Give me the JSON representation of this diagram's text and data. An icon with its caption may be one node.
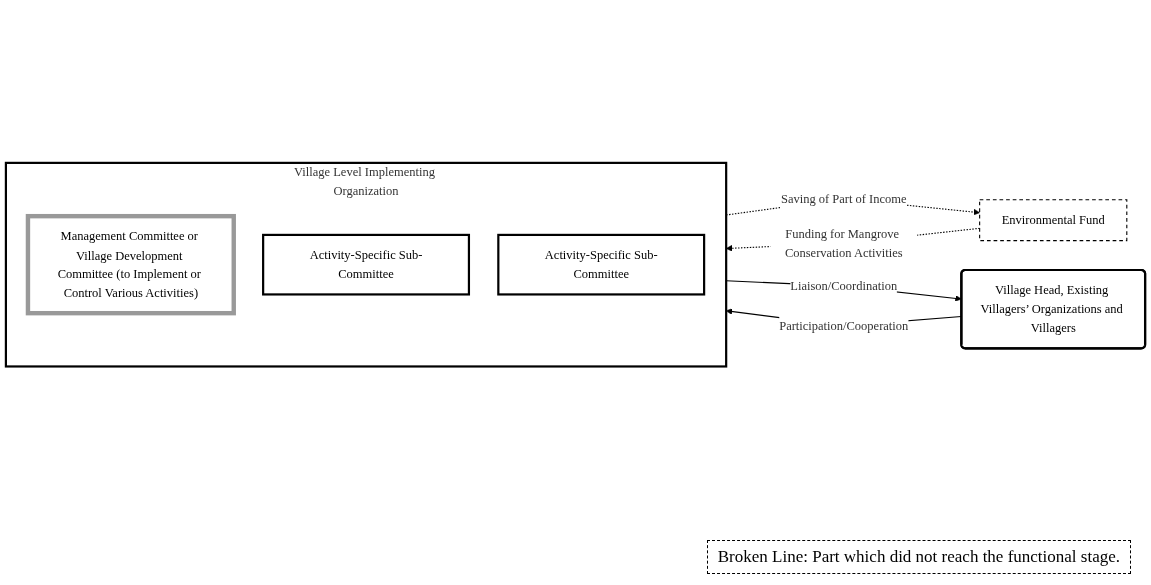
{
  "diagram": {
    "nodes": [
      {
        "text": [
          "Village Level Implementing Organization"
        ]
      },
      {
        "text": [
          "Management Committee or Village Development Committee (to Implement or Control Various Activities)"
        ],
        "in": 0
      },
      {
        "text": [
          "Activity-Specific Sub-Committee"
        ],
        "in": 0
      },
      {
        "text": [
          "Activity-Specific Sub-Committee"
        ],
        "in": 0
      },
      {
        "text": [
          "Environmental Fund"
        ]
      },
      {
        "text": [
          "Village Head, Existing Villagers’ Organizations and Villagers"
        ]
      }
    ],
    "edges": [
      {
        "from": 0,
        "to": 4,
        "arrow": "to",
        "label": "Saving of Part of Income",
        "style": "dashed"
      },
      {
        "from": 4,
        "to": 0,
        "arrow": "to",
        "label": "Funding for Mangrove Conservation Activities",
        "style": "dashed"
      },
      {
        "from": 0,
        "to": 5,
        "arrow": "to",
        "label": "Liaison/Coordination"
      },
      {
        "from": 5,
        "to": 0,
        "arrow": "to",
        "label": "Participation/Cooperation"
      }
    ],
    "legend": [
      {
        "text": "Broken Line: Part which did not reach the functional stage."
      }
    ]
  }
}
